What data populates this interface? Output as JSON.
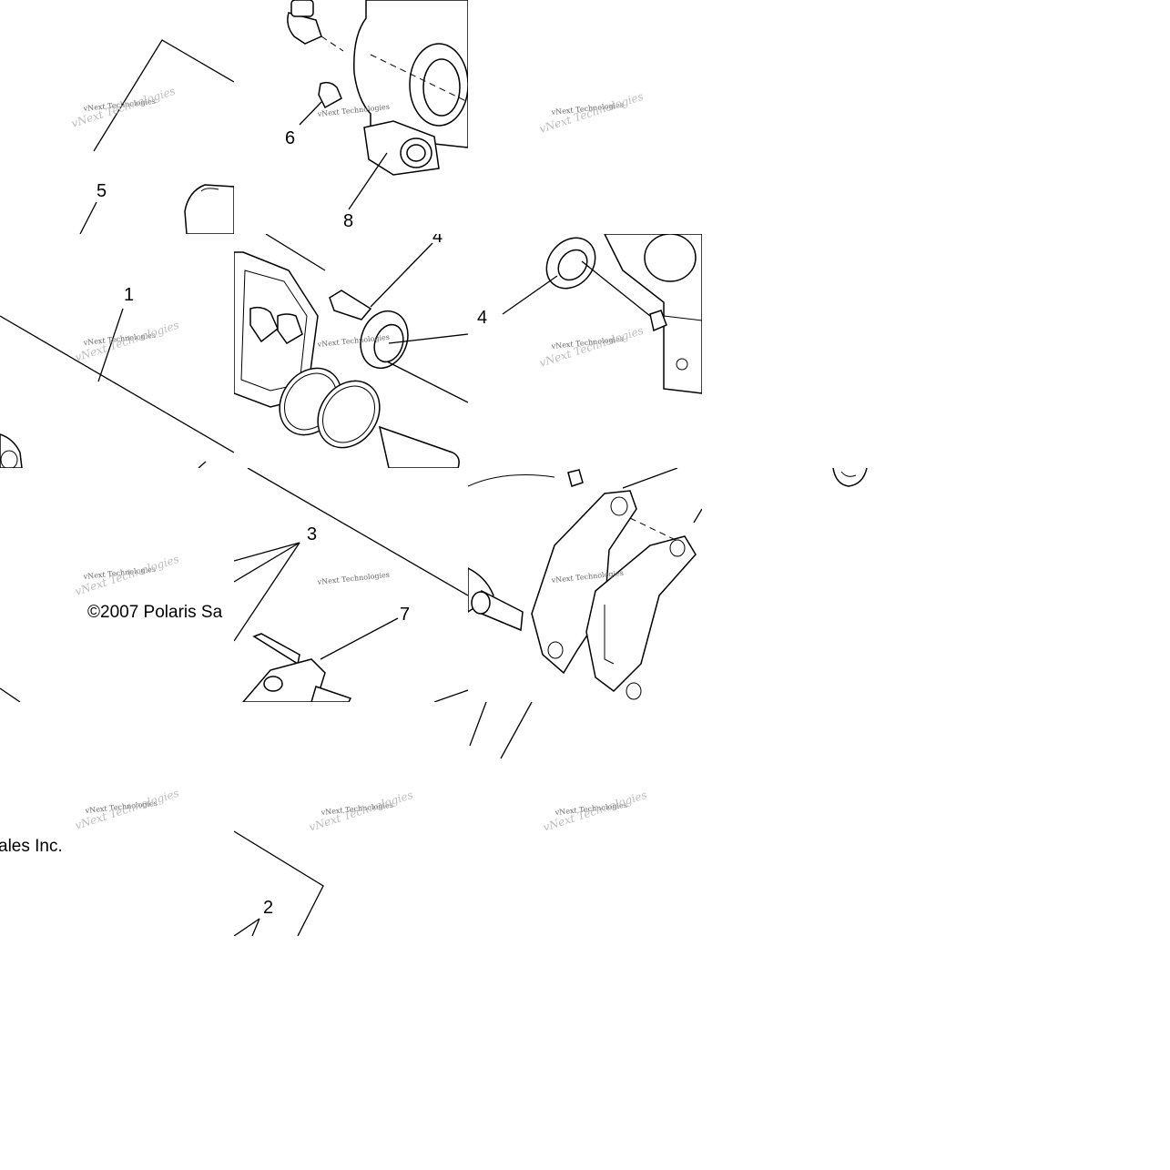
{
  "diagram": {
    "callouts": [
      "5",
      "6",
      "8",
      "4",
      "1",
      "4",
      "3",
      "7",
      "2"
    ],
    "copyright_left": "©2007 Polaris Sa",
    "copyright_right": "ales Inc.",
    "watermark_text": "vNext Technologies",
    "tile_layout": "scrambled 5x5 grid of 257px tiles, populated tiles only"
  }
}
